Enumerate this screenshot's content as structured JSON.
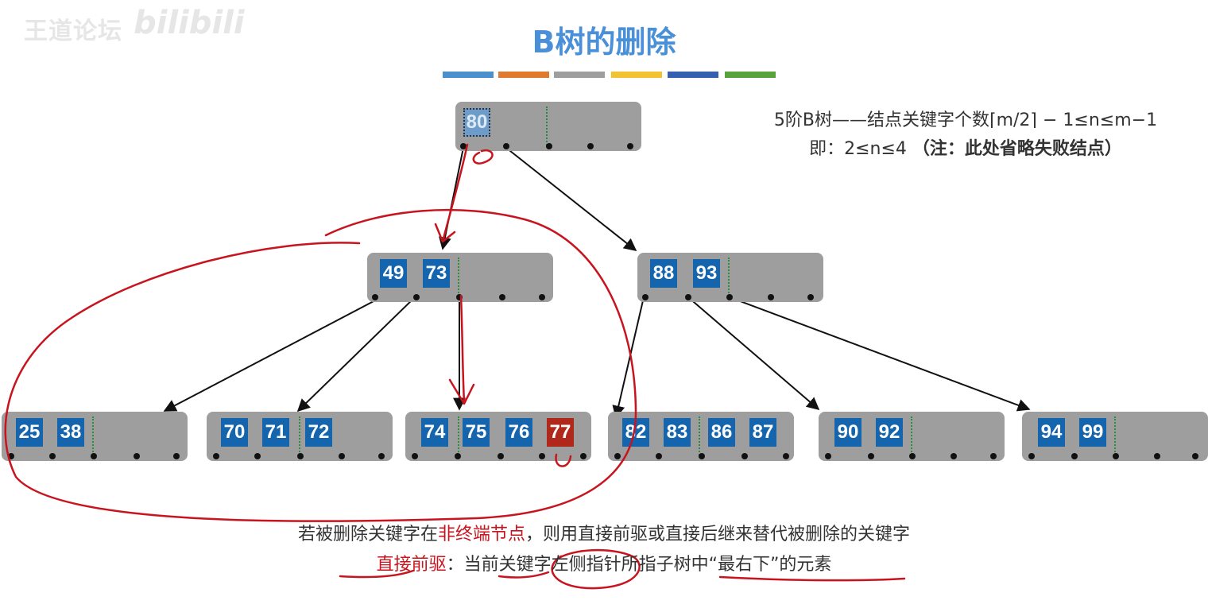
{
  "watermark": {
    "text": "王道论坛",
    "logo": "bilibili"
  },
  "title": "B树的删除",
  "color_bar": [
    "#4a90cf",
    "#e07a2e",
    "#9e9e9e",
    "#f1c232",
    "#3560b0",
    "#5aa33c"
  ],
  "info": {
    "line1": "5阶B树——结点关键字个数⌈m/2⌉ − 1≤n≤m−1",
    "line2_a": "即：2≤n≤4",
    "line2_b": "（注：此处省略失败结点）"
  },
  "colors": {
    "key": "#1565ae",
    "key_highlight": "#b0281c",
    "node": "#9e9e9e",
    "annotation": "#c8141e"
  },
  "tree": {
    "root": [
      "80"
    ],
    "level1": [
      [
        "49",
        "73"
      ],
      [
        "88",
        "93"
      ]
    ],
    "leaves": [
      [
        "25",
        "38"
      ],
      [
        "70",
        "71",
        "72"
      ],
      [
        "74",
        "75",
        "76",
        "77"
      ],
      [
        "82",
        "83",
        "86",
        "87"
      ],
      [
        "90",
        "92"
      ],
      [
        "94",
        "99"
      ]
    ]
  },
  "caption": {
    "line1_a": "若被删除关键字在",
    "line1_hl": "非终端节点",
    "line1_b": "，则用直接前驱或直接后继来替代被删除的关键字",
    "line2_hl": "直接前驱",
    "line2_b": "：当前关键字左侧指针所指子树中“最右下”的元素"
  }
}
